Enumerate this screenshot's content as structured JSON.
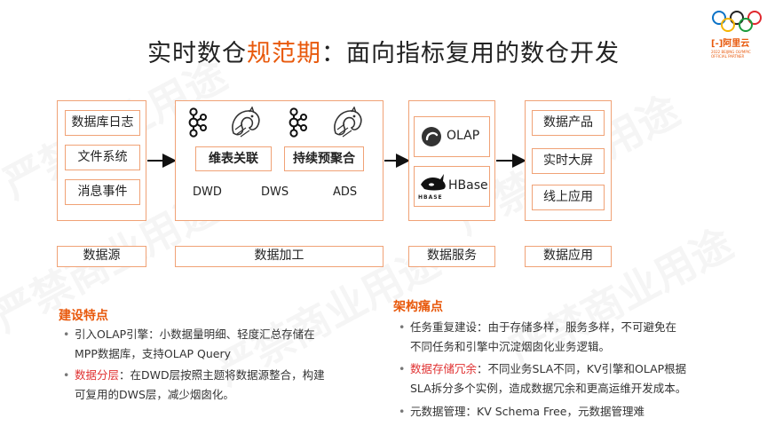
{
  "title": {
    "prefix": "实时数仓",
    "highlight": "规范期",
    "suffix": "：面向指标复用的数仓开发"
  },
  "logo": {
    "brand": "阿里云",
    "subtitle": "2022 BEIJING OLYMPIC OFFICIAL PARTNER"
  },
  "watermark": "严禁商业用途",
  "colors": {
    "accent": "#e8590c",
    "border": "#f0a276",
    "emphasis": "#e03131"
  },
  "sources": {
    "items": [
      "数据库日志",
      "文件系统",
      "消息事件"
    ],
    "label": "数据源"
  },
  "processing": {
    "step1": "维表关联",
    "step2": "持续预聚合",
    "layers": [
      "DWD",
      "DWS",
      "ADS"
    ],
    "label": "数据加工",
    "icons": [
      "kafka-icon",
      "squirrel-icon",
      "kafka-icon",
      "squirrel-icon"
    ]
  },
  "service": {
    "items": [
      "OLAP",
      "HBase"
    ],
    "hbase_caption": "HBASE",
    "label": "数据服务"
  },
  "apps": {
    "items": [
      "数据产品",
      "实时大屏",
      "线上应用"
    ],
    "label": "数据应用"
  },
  "features": {
    "heading": "建设特点",
    "b1": "引入OLAP引擎：小数据量明细、轻度汇总存储在",
    "b1_cont": "MPP数据库，支持OLAP Query",
    "b2_emph": "数据分层",
    "b2": "：在DWD层按照主题将数据源整合，构建",
    "b2_cont": "可复用的DWS层，减少烟囱化。"
  },
  "pains": {
    "heading": "架构痛点",
    "b1": "任务重复建设：由于存储多样，服务多样，不可避免在",
    "b1_cont": "不同任务和引擎中沉淀烟囱化业务逻辑。",
    "b2_emph": "数据存储冗余",
    "b2": "：不同业务SLA不同，KV引擎和OLAP根据",
    "b2_cont": "SLA拆分多个实例，造成数据冗余和更高运维开发成本。",
    "b3": "元数据管理：KV Schema Free，元数据管理难"
  }
}
